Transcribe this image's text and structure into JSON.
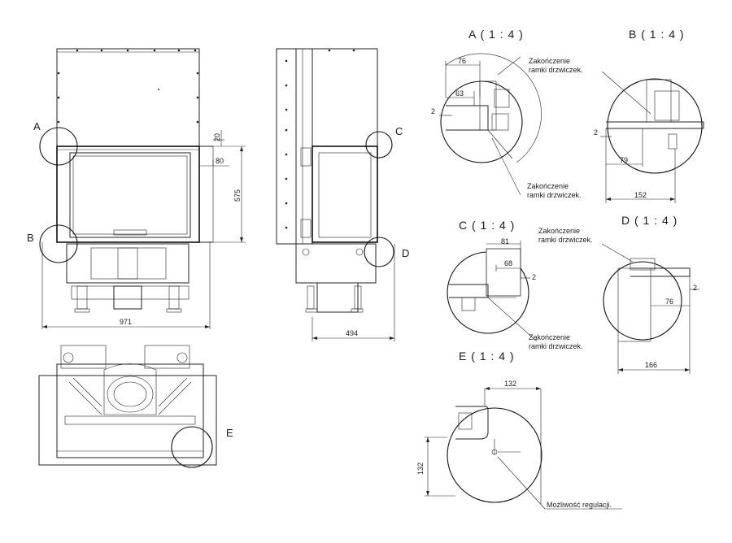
{
  "callouts": {
    "a": "A",
    "b": "B",
    "c": "C",
    "d": "D",
    "e": "E"
  },
  "dims": {
    "width_front": "971",
    "height_glass": "575",
    "top_gap": "20",
    "side_gap": "80",
    "depth_side": "494",
    "a_76": "76",
    "a_63": "63",
    "a_2": "2",
    "b_2": "2",
    "b_79": "79",
    "b_152": "152",
    "c_81": "81",
    "c_68": "68",
    "c_2": "2",
    "d_2": "2",
    "d_76": "76",
    "d_166": "166",
    "e_132w": "132",
    "e_132h": "132"
  },
  "details": {
    "a": "A ( 1 : 4 )",
    "b": "B ( 1 : 4 )",
    "c": "C ( 1 : 4 )",
    "d": "D ( 1 : 4 )",
    "e": "E ( 1 : 4 )"
  },
  "notes": {
    "frame_end_l1": "Zakończenie",
    "frame_end_l2": "ramki drzwiczek.",
    "adjustment": "Możliwość regulacji."
  }
}
